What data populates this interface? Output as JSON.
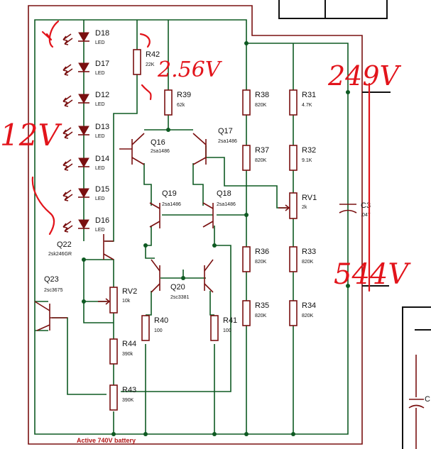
{
  "diodes": [
    {
      "ref": "D18",
      "val": "LED"
    },
    {
      "ref": "D17",
      "val": "LED"
    },
    {
      "ref": "D12",
      "val": "LED"
    },
    {
      "ref": "D13",
      "val": "LED"
    },
    {
      "ref": "D14",
      "val": "LED"
    },
    {
      "ref": "D15",
      "val": "LED"
    },
    {
      "ref": "D16",
      "val": "LED"
    }
  ],
  "resistors": [
    {
      "ref": "R42",
      "val": "22K"
    },
    {
      "ref": "R39",
      "val": "62k"
    },
    {
      "ref": "R38",
      "val": "820K"
    },
    {
      "ref": "R37",
      "val": "820K"
    },
    {
      "ref": "R36",
      "val": "820K"
    },
    {
      "ref": "R35",
      "val": "820K"
    },
    {
      "ref": "R31",
      "val": "4.7K"
    },
    {
      "ref": "R32",
      "val": "9.1K"
    },
    {
      "ref": "R33",
      "val": "820K"
    },
    {
      "ref": "R34",
      "val": "820K"
    },
    {
      "ref": "R40",
      "val": "100"
    },
    {
      "ref": "R41",
      "val": "100"
    },
    {
      "ref": "R44",
      "val": "390k"
    },
    {
      "ref": "R43",
      "val": "390K"
    }
  ],
  "pots": [
    {
      "ref": "RV1",
      "val": "2k"
    },
    {
      "ref": "RV2",
      "val": "10k"
    }
  ],
  "transistors": [
    {
      "ref": "Q16",
      "val": "2sa1486"
    },
    {
      "ref": "Q17",
      "val": "2sa1486"
    },
    {
      "ref": "Q19",
      "val": "2sa1486"
    },
    {
      "ref": "Q18",
      "val": "2sa1486"
    },
    {
      "ref": "Q20",
      "val": "2sc3381"
    },
    {
      "ref": "Q22",
      "val": "2sk246GR"
    },
    {
      "ref": "Q23",
      "val": "2sc3675"
    }
  ],
  "capacitor": {
    "ref": "C3",
    "val": ".047"
  },
  "capacitor_partial": {
    "ref": "C"
  },
  "box_label": "Active 740V battery",
  "annotations": [
    "12V",
    "2.56V",
    "249V",
    "544V"
  ]
}
